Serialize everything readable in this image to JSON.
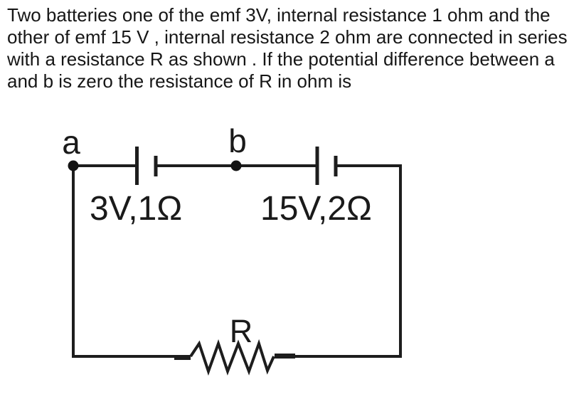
{
  "question": {
    "lines": [
      "Two batteries one of the emf 3V, internal resistance 1 ohm and the",
      "other of emf 15 V , internal resistance 2 ohm are connected in series",
      "with a resistance R as shown . If the potential difference between a",
      "and b is zero the resistance of R in ohm is"
    ]
  },
  "circuit": {
    "node_a": "a",
    "node_b": "b",
    "battery1_label": "3V,1Ω",
    "battery1_emf": "3V",
    "battery1_internal_resistance": "1Ω",
    "battery2_label": "15V,2Ω",
    "battery2_emf": "15V",
    "battery2_internal_resistance": "2Ω",
    "resistor_label": "R"
  },
  "colors": {
    "background": "#ffffff",
    "wire": "#1d1d1d",
    "text": "#161616"
  }
}
